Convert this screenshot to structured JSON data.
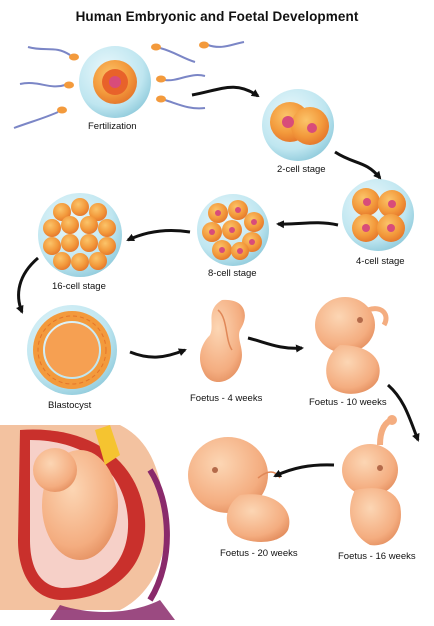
{
  "title": "Human Embryonic and Foetal Development",
  "stages": {
    "fertilization": "Fertilization",
    "two_cell": "2-cell stage",
    "four_cell": "4-cell stage",
    "eight_cell": "8-cell stage",
    "sixteen_cell": "16-cell stage",
    "blastocyst": "Blastocyst",
    "foetus_4": "Foetus - 4 weeks",
    "foetus_10": "Foetus - 10 weeks",
    "foetus_16": "Foetus - 16 weeks",
    "foetus_20": "Foetus - 20 weeks"
  },
  "colors": {
    "cell_outer": "#f7a74a",
    "cell_inner": "#e8622a",
    "nucleus": "#d84c7a",
    "sphere": "#bfe6f0",
    "skin": "#f6b98f",
    "skin_dark": "#e48a5d",
    "uterus": "#c9302c",
    "arrow": "#111111"
  }
}
